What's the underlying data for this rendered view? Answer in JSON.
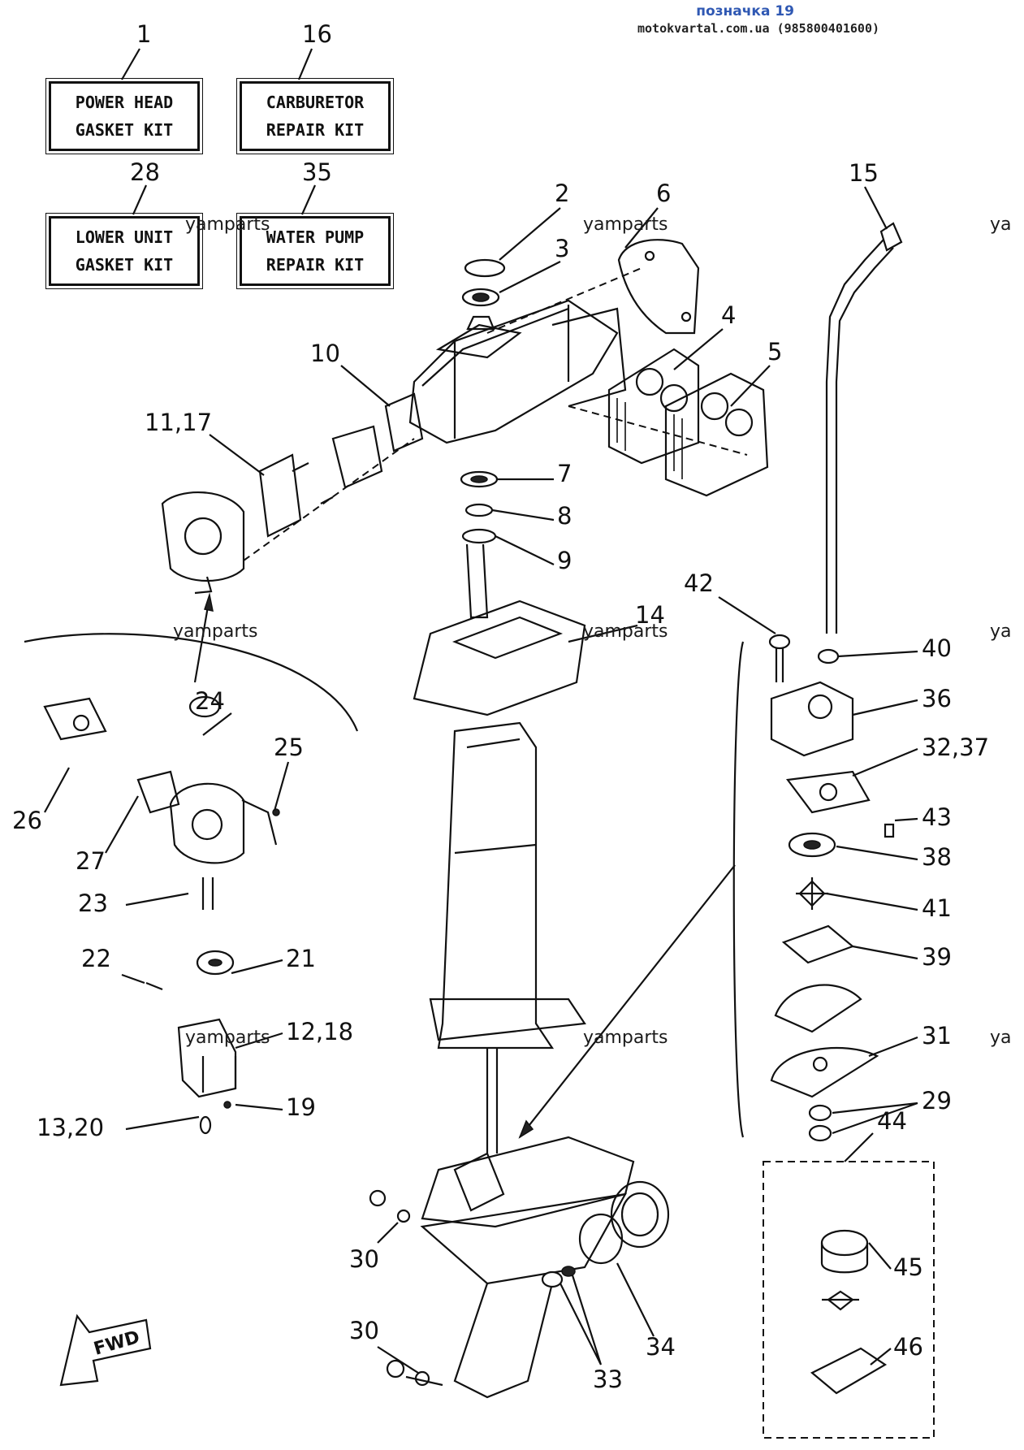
{
  "header": {
    "title": "позначка 19",
    "subtitle": "motokvartal.com.ua (985800401600)"
  },
  "watermarks": [
    "yamparts",
    "yamparts",
    "ya",
    "yamparts",
    "yamparts",
    "ya",
    "yamparts",
    "yamparts",
    "ya"
  ],
  "kits": [
    {
      "id": "1",
      "line1": "POWER HEAD",
      "line2": "GASKET KIT"
    },
    {
      "id": "16",
      "line1": "CARBURETOR",
      "line2": "REPAIR KIT"
    },
    {
      "id": "28",
      "line1": "LOWER UNIT",
      "line2": "GASKET KIT"
    },
    {
      "id": "35",
      "line1": "WATER PUMP",
      "line2": "REPAIR KIT"
    }
  ],
  "callouts": {
    "c2": "2",
    "c3": "3",
    "c4": "4",
    "c5": "5",
    "c6": "6",
    "c7": "7",
    "c8": "8",
    "c9": "9",
    "c10": "10",
    "c1117": "11,17",
    "c14": "14",
    "c15": "15",
    "c24": "24",
    "c25": "25",
    "c26": "26",
    "c27": "27",
    "c23": "23",
    "c22": "22",
    "c21": "21",
    "c1218": "12,18",
    "c1320": "13,20",
    "c19": "19",
    "c42": "42",
    "c40": "40",
    "c36": "36",
    "c3237": "32,37",
    "c43": "43",
    "c38": "38",
    "c41": "41",
    "c39": "39",
    "c31": "31",
    "c29": "29",
    "c30a": "30",
    "c30b": "30",
    "c33": "33",
    "c34": "34",
    "c44": "44",
    "c45": "45",
    "c46": "46"
  },
  "fwd_label": "FWD"
}
